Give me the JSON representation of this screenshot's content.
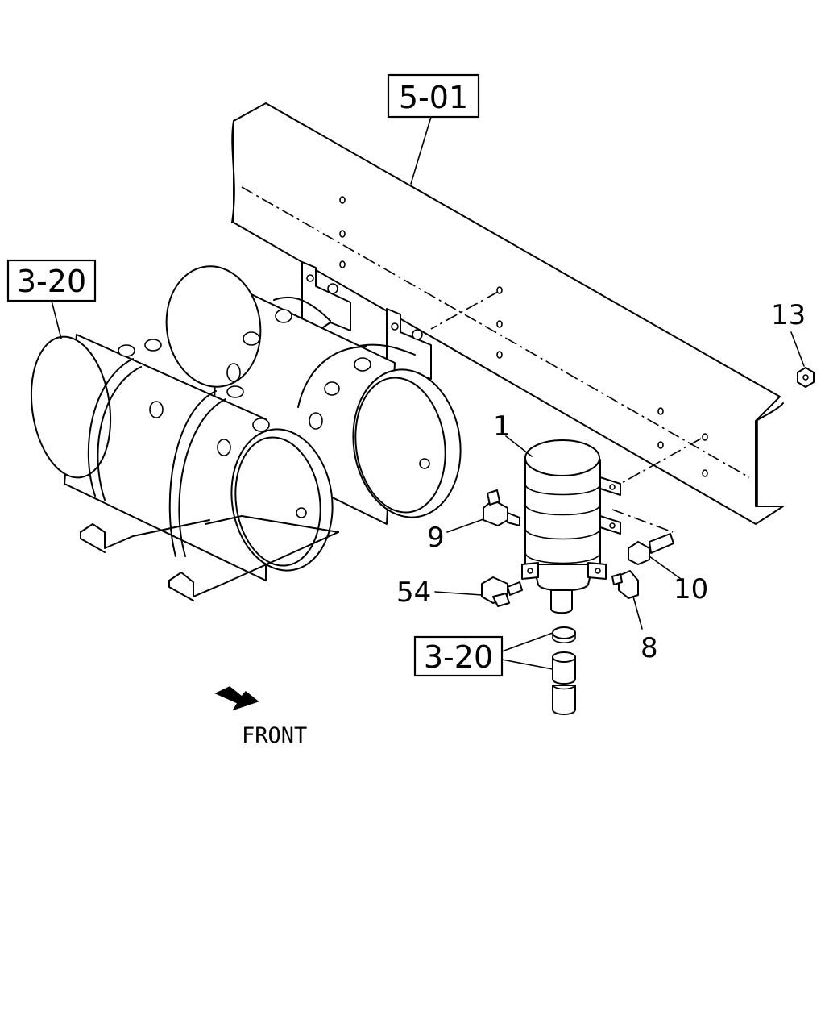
{
  "references": {
    "frame": "5-01",
    "tanks": "3-20",
    "hoses": "3-20"
  },
  "part_numbers": {
    "dryer": "1",
    "tee_fitting": "9",
    "valve_fitting": "54",
    "elbow_fitting": "8",
    "bolt": "10",
    "nut": "13"
  },
  "direction_label": "FRONT"
}
